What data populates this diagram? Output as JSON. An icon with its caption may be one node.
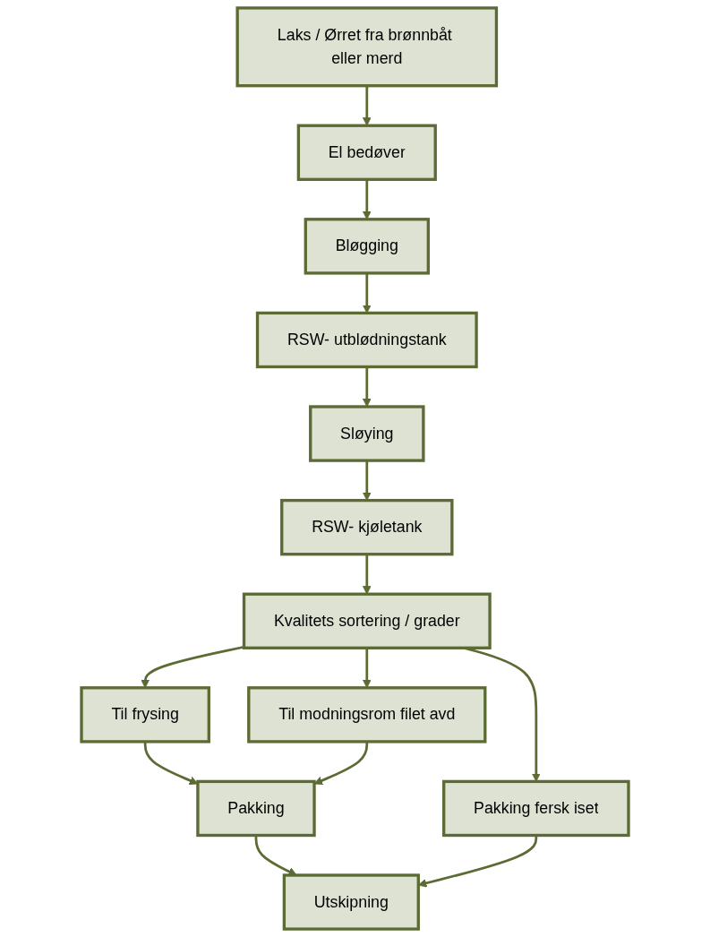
{
  "diagram": {
    "nodes": [
      {
        "text": [
          "Laks / Ørret fra brønnbåt eller merd"
        ]
      },
      {
        "text": [
          "El bedøver"
        ]
      },
      {
        "text": [
          "Bløgging"
        ]
      },
      {
        "text": [
          "RSW- utblødningstank"
        ]
      },
      {
        "text": [
          "Sløying"
        ]
      },
      {
        "text": [
          "RSW- kjøletank"
        ]
      },
      {
        "text": [
          "Kvalitets sortering / grader"
        ]
      },
      {
        "text": [
          "Pakking fersk iset"
        ]
      },
      {
        "text": [
          "Til frysing"
        ]
      },
      {
        "text": [
          "Til modningsrom filet avd"
        ]
      },
      {
        "text": [
          "Pakking"
        ]
      },
      {
        "text": [
          "Utskipning"
        ]
      }
    ],
    "edges": [
      {
        "from": 0,
        "to": 1,
        "arrow": "to"
      },
      {
        "from": 1,
        "to": 2,
        "arrow": "to"
      },
      {
        "from": 2,
        "to": 3,
        "arrow": "to"
      },
      {
        "from": 3,
        "to": 4,
        "arrow": "to"
      },
      {
        "from": 4,
        "to": 5,
        "arrow": "to"
      },
      {
        "from": 5,
        "to": 6,
        "arrow": "to"
      },
      {
        "from": 6,
        "to": 7,
        "arrow": "to"
      },
      {
        "from": 6,
        "to": 8,
        "arrow": "to"
      },
      {
        "from": 6,
        "to": 9,
        "arrow": "to"
      },
      {
        "from": 8,
        "to": 10,
        "arrow": "to"
      },
      {
        "from": 9,
        "to": 10,
        "arrow": "to"
      },
      {
        "from": 10,
        "to": 11,
        "arrow": "to"
      },
      {
        "from": 7,
        "to": 11,
        "arrow": "to"
      }
    ]
  }
}
